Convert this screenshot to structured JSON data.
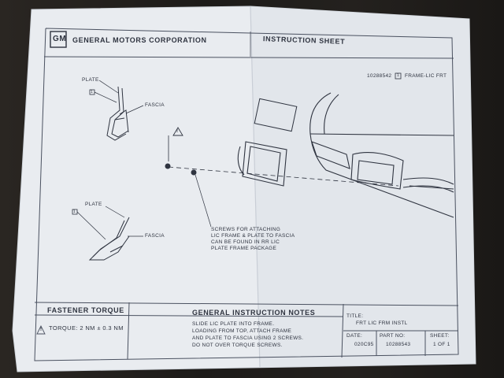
{
  "header": {
    "logo_text": "GM",
    "company": "GENERAL MOTORS CORPORATION",
    "title": "INSTRUCTION SHEET"
  },
  "part_ref": {
    "number": "10288542",
    "box_label": "1",
    "name": "FRAME-LIC FRT"
  },
  "callouts": {
    "plate_top": "PLATE",
    "fascia_top": "FASCIA",
    "box_top": "1",
    "plate_bottom": "PLATE",
    "fascia_bottom": "FASCIA",
    "box_bottom": "1",
    "warning_symbol": "!",
    "screw_note": [
      "SCREWS FOR ATTACHING",
      "LIC FRAME & PLATE TO FASCIA",
      "CAN BE FOUND IN RR LIC",
      "PLATE FRAME PACKAGE"
    ]
  },
  "fastener": {
    "heading": "FASTENER TORQUE",
    "symbol": "!",
    "torque": "TORQUE: 2 NM ± 0.3 NM"
  },
  "notes": {
    "heading": "GENERAL INSTRUCTION NOTES",
    "lines": [
      "SLIDE LIC PLATE INTO FRAME.",
      "LOADING FROM TOP, ATTACH FRAME",
      "AND PLATE TO FASCIA USING 2 SCREWS.",
      "DO NOT OVER TORQUE SCREWS."
    ]
  },
  "title_block": {
    "title_label": "TITLE:",
    "title_value": "FRT LIC FRM INSTL",
    "date_label": "DATE:",
    "date_value": "020C95",
    "part_label": "PART NO:",
    "part_value": "10288543",
    "sheet_label": "SHEET:",
    "sheet_value": "1 OF 1"
  }
}
